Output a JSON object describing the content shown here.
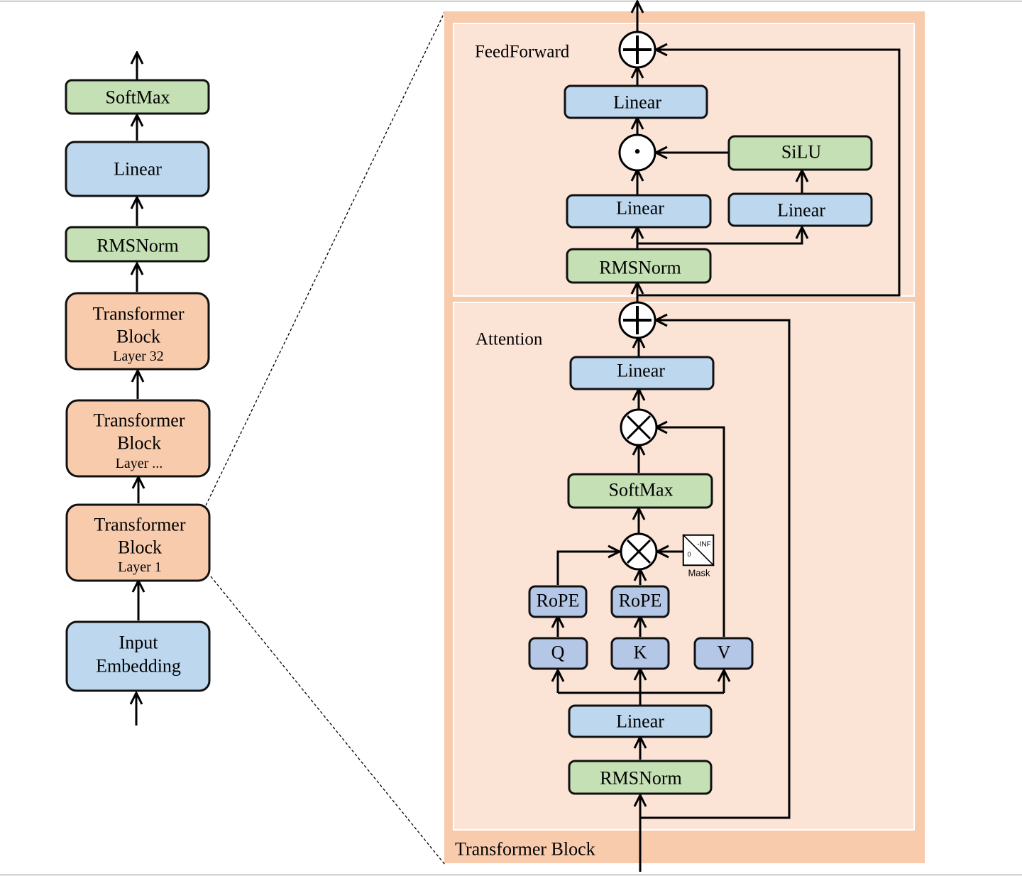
{
  "colors": {
    "green": "#c5e0b4",
    "blue": "#bdd7ee",
    "purple": "#b4c7e7",
    "orange": "#f8cbad",
    "panel": "#f8cbad",
    "panel_inner": "#fbe3d6"
  },
  "stack": {
    "softmax": "SoftMax",
    "linear": "Linear",
    "rmsnorm": "RMSNorm",
    "block32": {
      "line1": "Transformer",
      "line2": "Block",
      "line3": "Layer 32"
    },
    "blockmid": {
      "line1": "Transformer",
      "line2": "Block",
      "line3": "Layer ..."
    },
    "block1": {
      "line1": "Transformer",
      "line2": "Block",
      "line3": "Layer 1"
    },
    "embedding": {
      "line1": "Input",
      "line2": "Embedding"
    }
  },
  "panel": {
    "title": "Transformer Block",
    "feedforward": {
      "title": "FeedForward",
      "linear_out": "Linear",
      "linear_left": "Linear",
      "linear_right": "Linear",
      "silu": "SiLU",
      "rmsnorm": "RMSNorm",
      "multiply_symbol": "·"
    },
    "attention": {
      "title": "Attention",
      "linear_out": "Linear",
      "softmax": "SoftMax",
      "rope_q": "RoPE",
      "rope_k": "RoPE",
      "q": "Q",
      "k": "K",
      "v": "V",
      "linear_in": "Linear",
      "rmsnorm": "RMSNorm",
      "mask": {
        "label": "Mask",
        "zero": "0",
        "neg_inf": "-INF"
      }
    }
  }
}
